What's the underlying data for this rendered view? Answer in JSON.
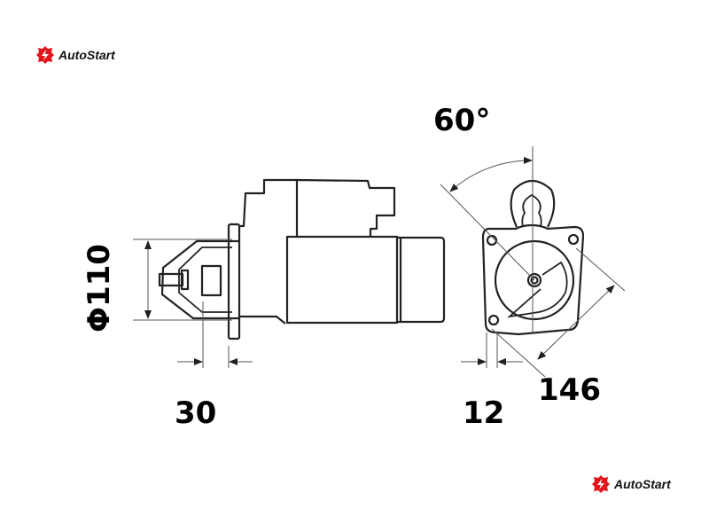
{
  "brand": {
    "name": "AutoStart",
    "color": "#e3141b"
  },
  "dimensions": {
    "angle": "60°",
    "diameter": "Φ110",
    "pilot_length": "30",
    "flange_thickness": "12",
    "bolt_spacing": "146"
  }
}
